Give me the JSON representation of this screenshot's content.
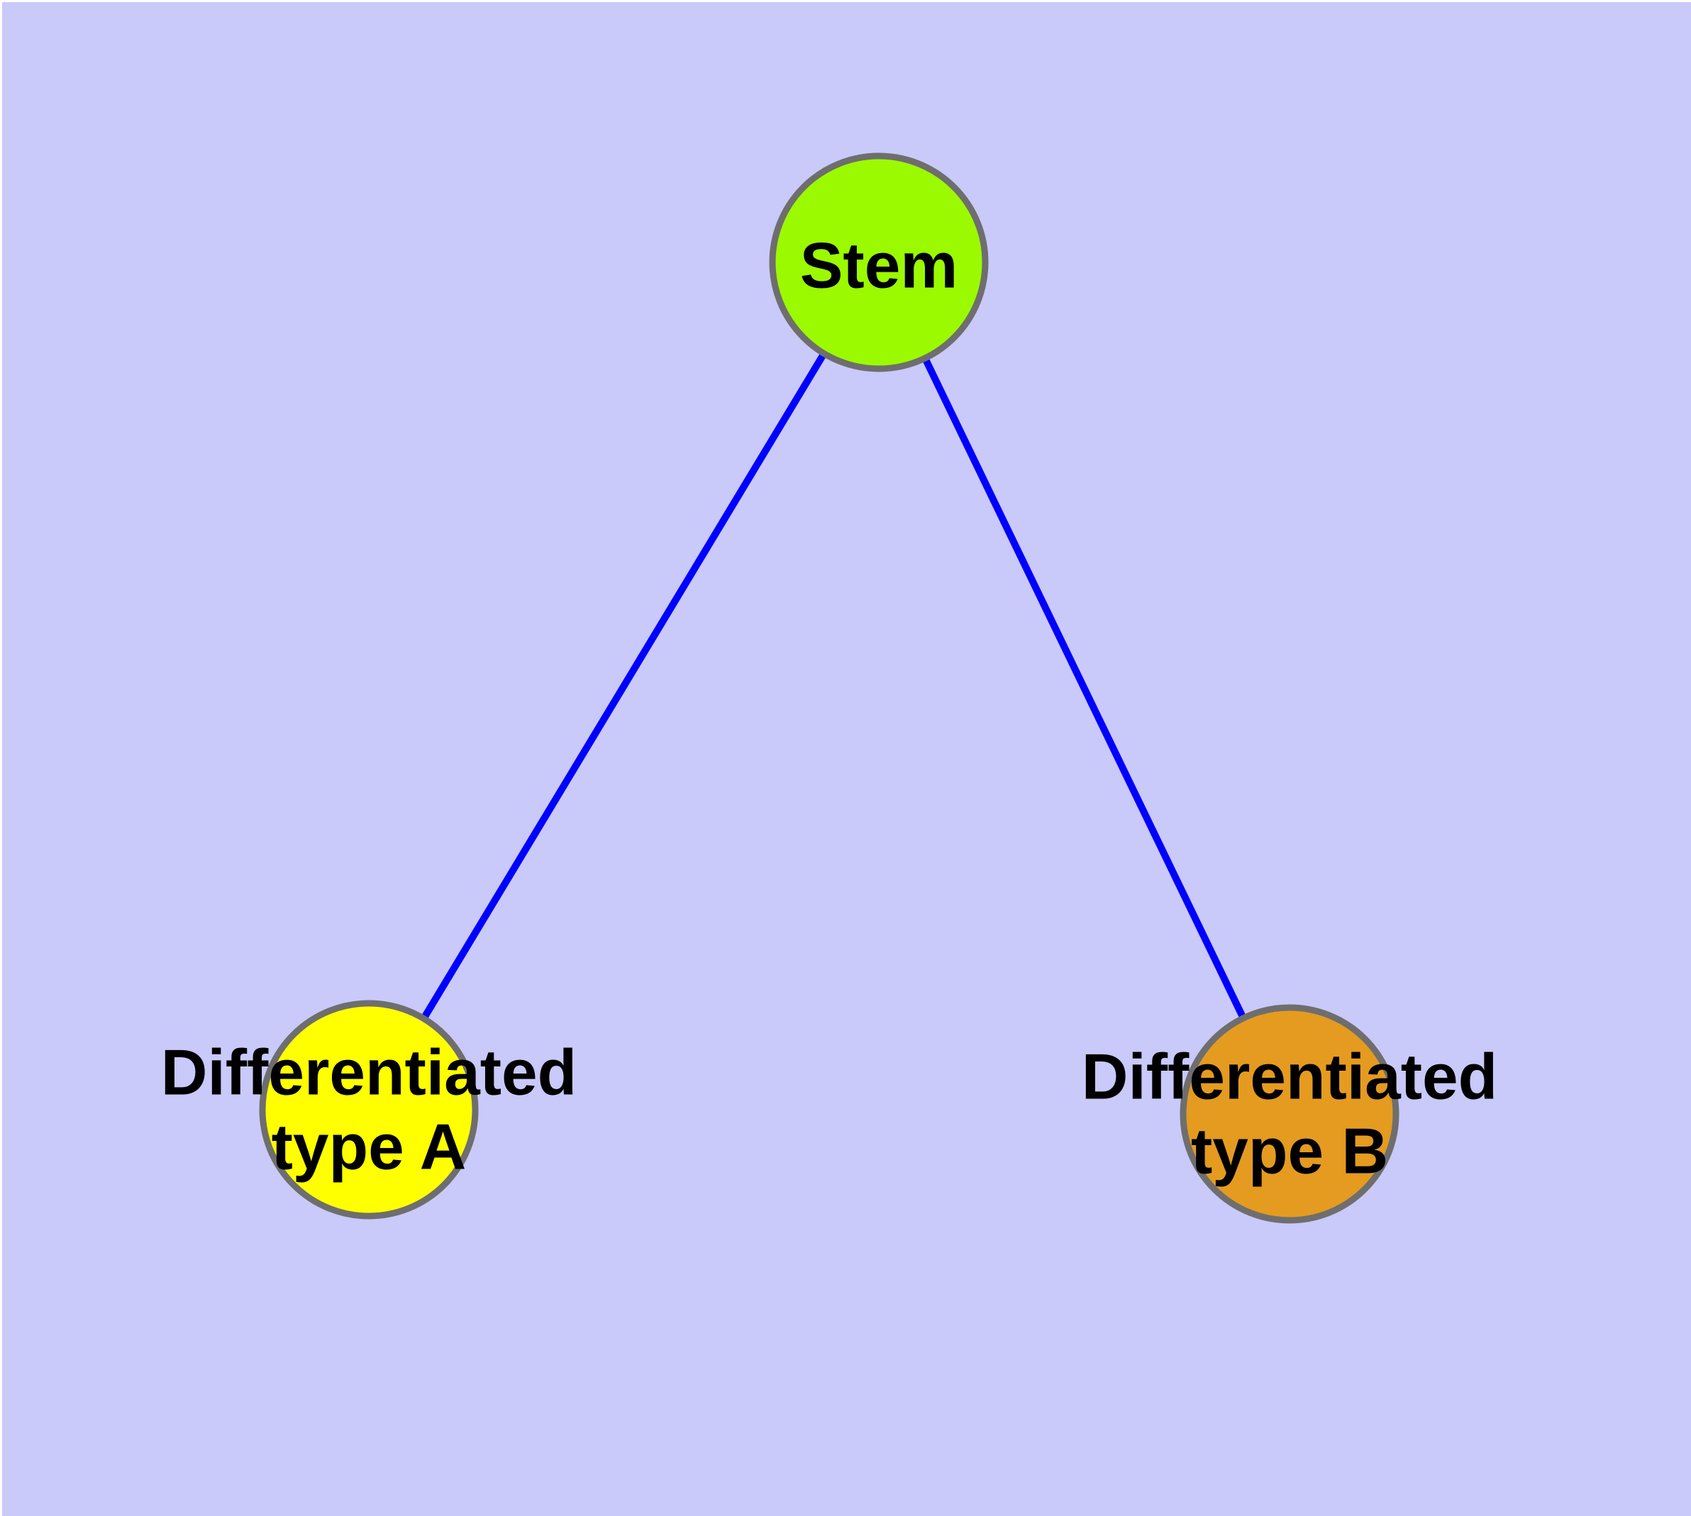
{
  "diagram": {
    "background_color": "#C9C9FA",
    "outer_margin_color": "#FFFFFF",
    "edge_color": "#0000FF",
    "node_border_color": "#6E6E6E",
    "text_color": "#000000",
    "nodes": {
      "stem": {
        "label": "Stem",
        "fill": "#9BFA00"
      },
      "type_a": {
        "label_line1": "Differentiated",
        "label_line2": "type A",
        "fill": "#FFFF00"
      },
      "type_b": {
        "label_line1": "Differentiated",
        "label_line2": "type B",
        "fill": "#E49B20"
      }
    },
    "edges": [
      {
        "from": "Stem",
        "to": "Differentiated type A"
      },
      {
        "from": "Stem",
        "to": "Differentiated type B"
      }
    ]
  }
}
